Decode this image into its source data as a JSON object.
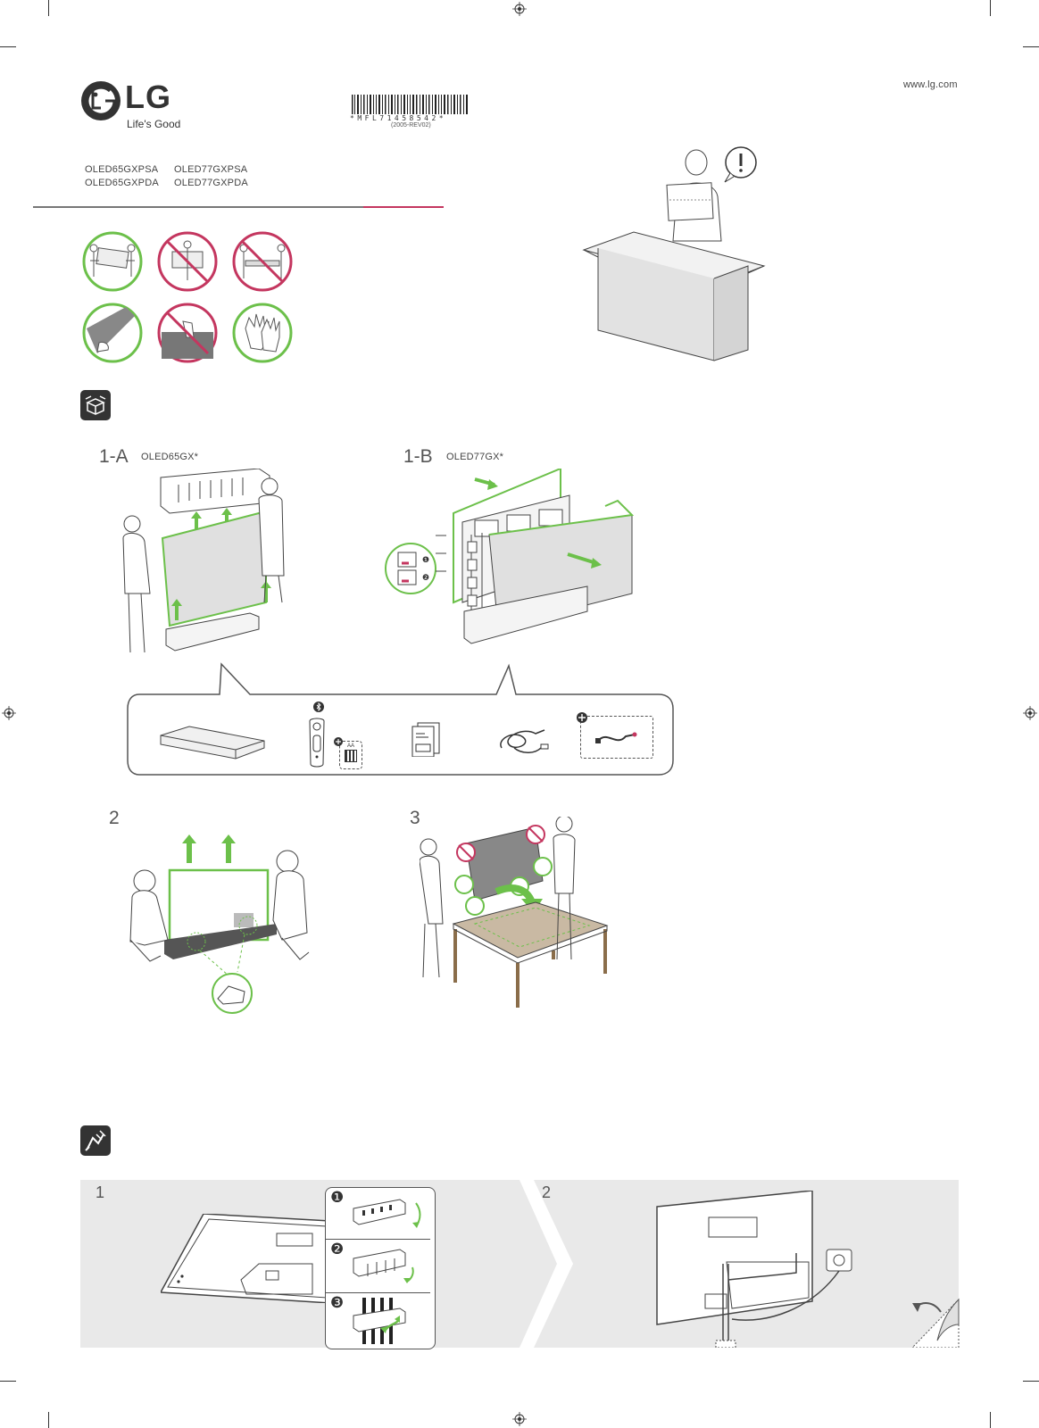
{
  "brand": {
    "name": "LG",
    "tagline": "Life's Good",
    "color": "#a50034"
  },
  "website": "www.lg.com",
  "barcode": {
    "code": "*MFL71458542*",
    "revision": "(2005-REV02)"
  },
  "models": {
    "col1": [
      "OLED65GXPSA",
      "OLED65GXPDA"
    ],
    "col2": [
      "OLED77GXPSA",
      "OLED77GXPDA"
    ]
  },
  "colors": {
    "ok": "#6cc04a",
    "no": "#c4365f",
    "rule": "#777777",
    "panel": "#e9e9e9"
  },
  "unpacking": {
    "icon": "unbox-icon",
    "step_1a": {
      "num": "1-A",
      "model": "OLED65GX*"
    },
    "step_1b": {
      "num": "1-B",
      "model": "OLED77GX*"
    },
    "step_2": {
      "num": "2"
    },
    "step_3": {
      "num": "3"
    },
    "remote_battery": "AA",
    "markers": [
      "❶",
      "❷"
    ]
  },
  "cable": {
    "icon": "cable-management-icon",
    "step_1": "1",
    "step_2": "2",
    "substeps": [
      "❶",
      "❷",
      "❸"
    ]
  }
}
